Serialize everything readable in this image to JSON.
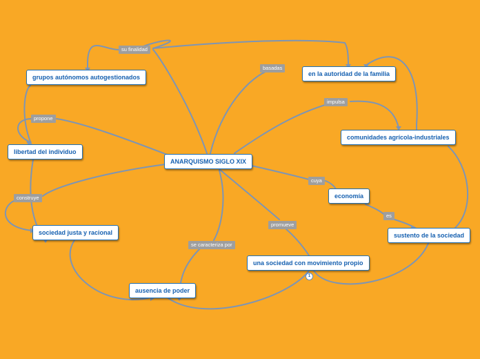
{
  "nodes": {
    "central": "ANARQUISMO SIGLO XIX",
    "grupos": "grupos autónomos autogestionados",
    "familia": "en la autoridad de la familia",
    "comunidades": "comunidades agrícola-industriales",
    "libertad": "libertad del individuo",
    "economia": "economía",
    "sustento": "sustento de la sociedad",
    "sociedad_justa": "sociedad justa y racional",
    "movimiento": "una sociedad con movimiento propio",
    "ausencia": "ausencia de poder"
  },
  "labels": {
    "su_finalidad": "su finalidad",
    "basadas": "basadas",
    "impulsa": "impulsa",
    "propone": "propone",
    "cuya": "cuya",
    "construye": "construye",
    "es": "es",
    "promueve": "promueve",
    "se_caracteriza_por": "se caracteriza por"
  },
  "badge": "1",
  "colors": {
    "background": "#f9a825",
    "edge": "#7d95b5",
    "node_text": "#1560b0",
    "label_bg": "#9e9e9e"
  }
}
